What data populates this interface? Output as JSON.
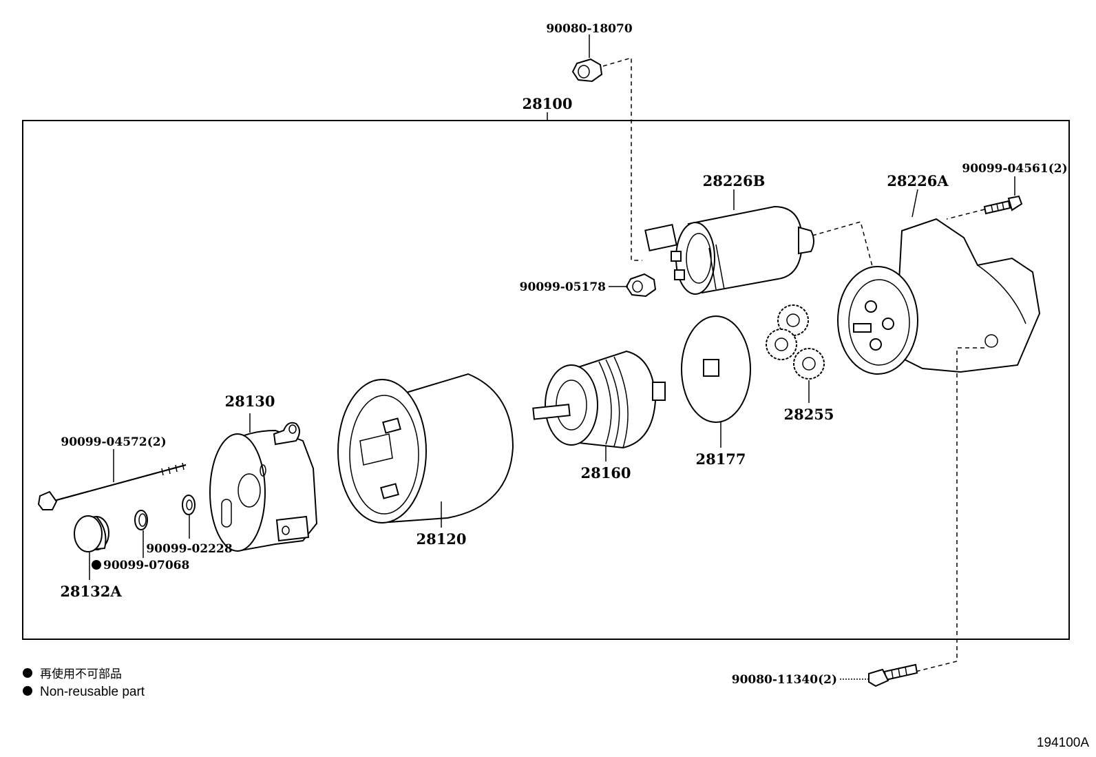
{
  "assembly_label": "28100",
  "diagram_code": "194100A",
  "labels": {
    "nut_top": "90080-18070",
    "solenoid_b": "28226B",
    "housing_a": "28226A",
    "bolt_top_right": "90099-04561(2)",
    "nut_mid": "90099-05178",
    "end_frame": "28130",
    "through_bolt": "90099-04572(2)",
    "oring": "90099-02228",
    "seal": "90099-07068",
    "cap": "28132A",
    "yoke": "28120",
    "armature": "28160",
    "plate": "28177",
    "gears": "28255",
    "bolt_bottom": "90080-11340(2)"
  },
  "legend": {
    "jp": "再使用不可部品",
    "en": "Non-reusable part"
  }
}
